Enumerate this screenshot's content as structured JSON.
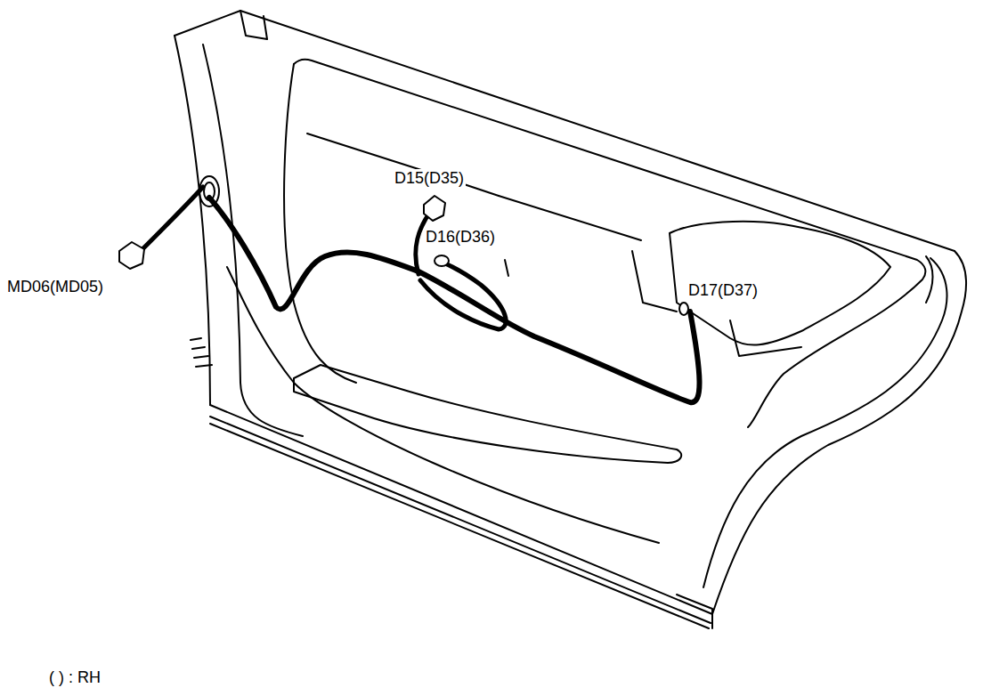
{
  "diagram": {
    "labels": [
      "D15(D35)",
      "D16(D36)",
      "MD06(MD05)",
      "D17(D37)",
      "( ) : RH"
    ]
  }
}
